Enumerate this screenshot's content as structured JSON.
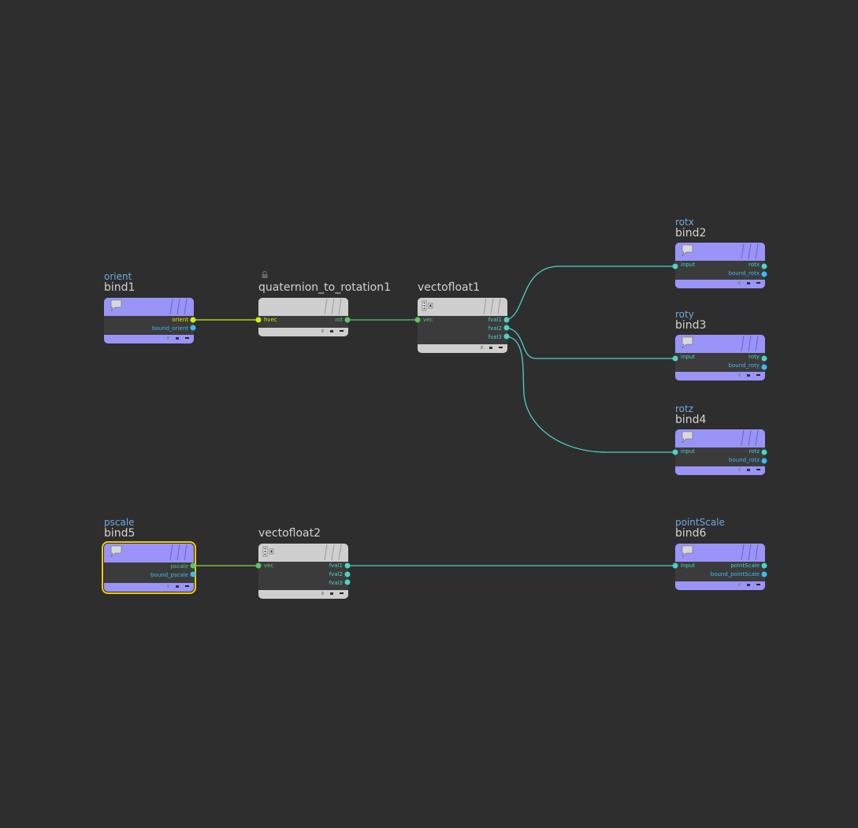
{
  "colors": {
    "background": "#2e2e2e",
    "bind_node": "#9a94f8",
    "vop_node": "#cfcfcf",
    "node_body": "#3b3b3b",
    "selection": "#f5cc00",
    "wire_yellow": "#d4f000",
    "wire_green": "#5cc46e",
    "wire_teal": "#4fd1c5",
    "wire_lime": "#8ad44a",
    "port_blue": "#3fb8f0",
    "label_blue": "#6fa8dc"
  },
  "nodes": {
    "bind1": {
      "label": "orient",
      "name": "bind1",
      "outputs": [
        "orient",
        "bound_orient"
      ]
    },
    "quaternion_to_rotation1": {
      "name": "quaternion_to_rotation1",
      "locked": true,
      "inputs": [
        "hvec"
      ],
      "outputs": [
        "rot"
      ]
    },
    "vectofloat1": {
      "name": "vectofloat1",
      "inputs": [
        "vec"
      ],
      "outputs": [
        "fval1",
        "fval2",
        "fval3"
      ]
    },
    "bind2": {
      "label": "rotx",
      "name": "bind2",
      "inputs": [
        "input"
      ],
      "outputs": [
        "rotx",
        "bound_rotx"
      ]
    },
    "bind3": {
      "label": "roty",
      "name": "bind3",
      "inputs": [
        "input"
      ],
      "outputs": [
        "roty",
        "bound_roty"
      ]
    },
    "bind4": {
      "label": "rotz",
      "name": "bind4",
      "inputs": [
        "input"
      ],
      "outputs": [
        "rotz",
        "bound_rotz"
      ]
    },
    "bind5": {
      "label": "pscale",
      "name": "bind5",
      "selected": true,
      "outputs": [
        "pscale",
        "bound_pscale"
      ]
    },
    "vectofloat2": {
      "name": "vectofloat2",
      "inputs": [
        "vec"
      ],
      "outputs": [
        "fval1",
        "fval2",
        "fval3"
      ]
    },
    "bind6": {
      "label": "pointScale",
      "name": "bind6",
      "inputs": [
        "input"
      ],
      "outputs": [
        "pointScale",
        "bound_pointScale"
      ]
    }
  },
  "connections": [
    {
      "from": "bind1.orient",
      "to": "quaternion_to_rotation1.hvec"
    },
    {
      "from": "quaternion_to_rotation1.rot",
      "to": "vectofloat1.vec"
    },
    {
      "from": "vectofloat1.fval1",
      "to": "bind2.input"
    },
    {
      "from": "vectofloat1.fval2",
      "to": "bind3.input"
    },
    {
      "from": "vectofloat1.fval3",
      "to": "bind4.input"
    },
    {
      "from": "bind5.pscale",
      "to": "vectofloat2.vec"
    },
    {
      "from": "vectofloat2.fval1",
      "to": "bind6.input"
    }
  ]
}
